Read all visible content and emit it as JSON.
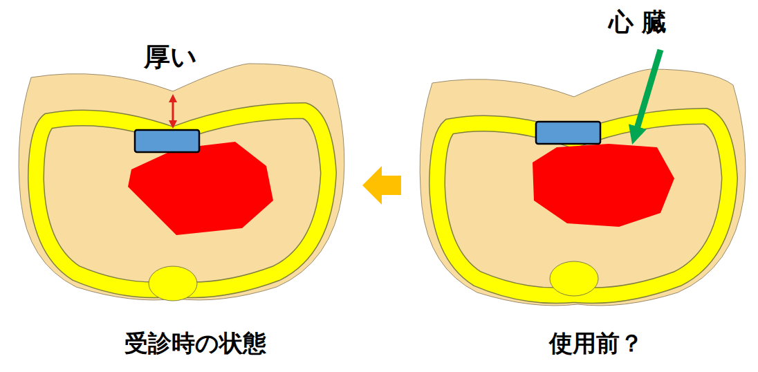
{
  "diagram": {
    "labels": [
      "厚い",
      "心 臓",
      "受診時の状態",
      "使用前？"
    ]
  }
}
